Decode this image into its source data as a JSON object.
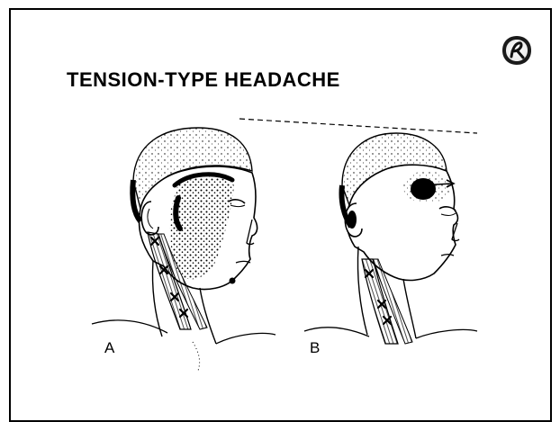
{
  "slide": {
    "title": "TENSION-TYPE HEADACHE",
    "logo_icon": "circled-stylized-a-logo",
    "panels": [
      {
        "label": "A",
        "figure": "head-side-view-with-sternocleidomastoid-trigger-points"
      },
      {
        "label": "B",
        "figure": "head-three-quarter-view-with-forehead-referral-pattern"
      }
    ]
  }
}
